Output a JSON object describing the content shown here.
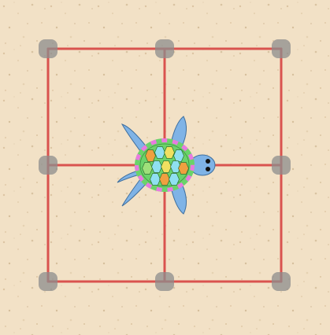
{
  "puzzle": {
    "grid_rows": 2,
    "grid_cols": 2,
    "turtle": {
      "node_col": 1,
      "node_row": 1,
      "heading": "right"
    }
  },
  "colors": {
    "sand": "#f2e1c6",
    "sand_speck": "#d9c3a2",
    "line": "#d9534f",
    "node": "#8c8c8c",
    "turtle_skin": "#7fb3e6",
    "turtle_skin_dark": "#3f6f9e",
    "shell_rim_a": "#6ad36a",
    "shell_rim_b": "#e87ae0",
    "shell_center": "#6ad36a",
    "shell_tiles": [
      "#f0a040",
      "#8fe0f0",
      "#f0e060",
      "#8fe0f0",
      "#9ee07a",
      "#8fe0f0",
      "#f0e060",
      "#8fe0f0",
      "#f0a040",
      "#8fe0f0"
    ]
  },
  "icons": [
    "turtle-icon"
  ]
}
